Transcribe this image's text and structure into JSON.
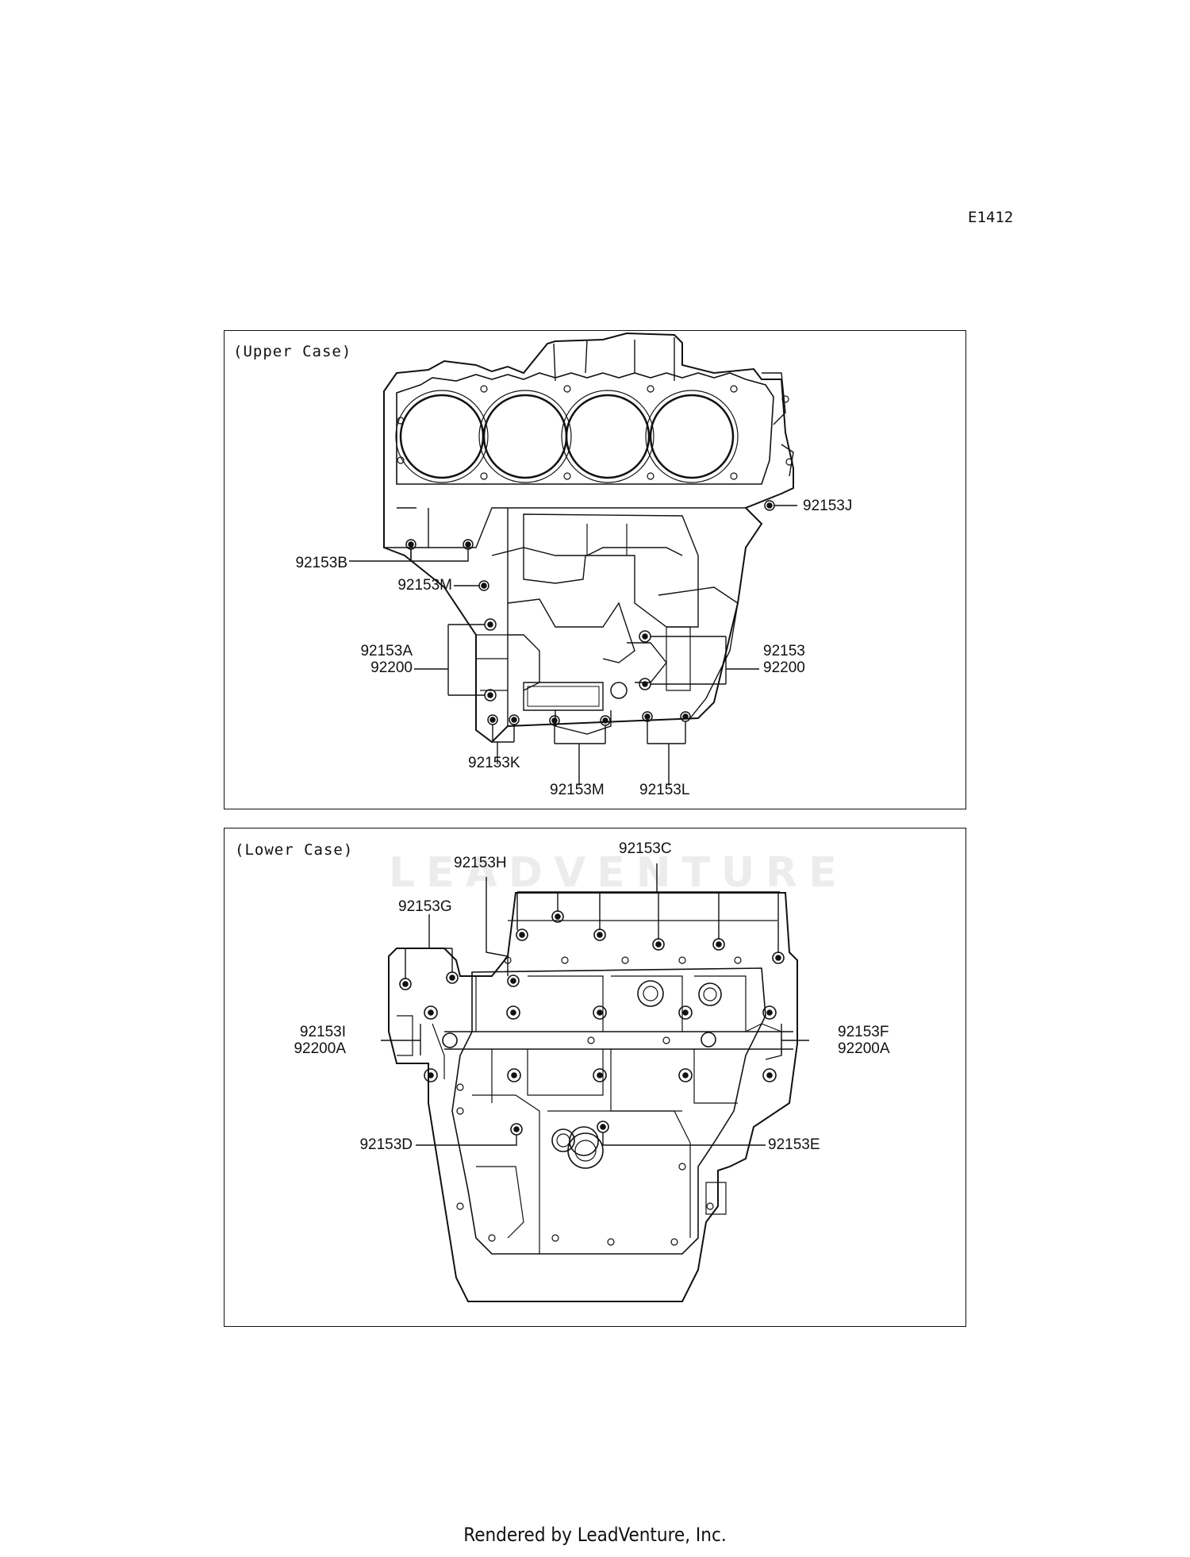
{
  "diagram_code": "E1412",
  "upper_panel": {
    "title": "(Upper Case)",
    "labels": {
      "p92153J": "92153J",
      "p92153B": "92153B",
      "p92153M_top": "92153M",
      "p92153A": "92153A",
      "p92200_left": "92200",
      "p92153": "92153",
      "p92200_right": "92200",
      "p92153K": "92153K",
      "p92153M_bottom": "92153M",
      "p92153L": "92153L"
    }
  },
  "lower_panel": {
    "title": "(Lower Case)",
    "labels": {
      "p92153C": "92153C",
      "p92153H": "92153H",
      "p92153G": "92153G",
      "p92153I": "92153I",
      "p92200A_left": "92200A",
      "p92153F": "92153F",
      "p92200A_right": "92200A",
      "p92153D": "92153D",
      "p92153E": "92153E"
    }
  },
  "watermark": "LEADVENTURE",
  "footer": "Rendered by LeadVenture, Inc."
}
